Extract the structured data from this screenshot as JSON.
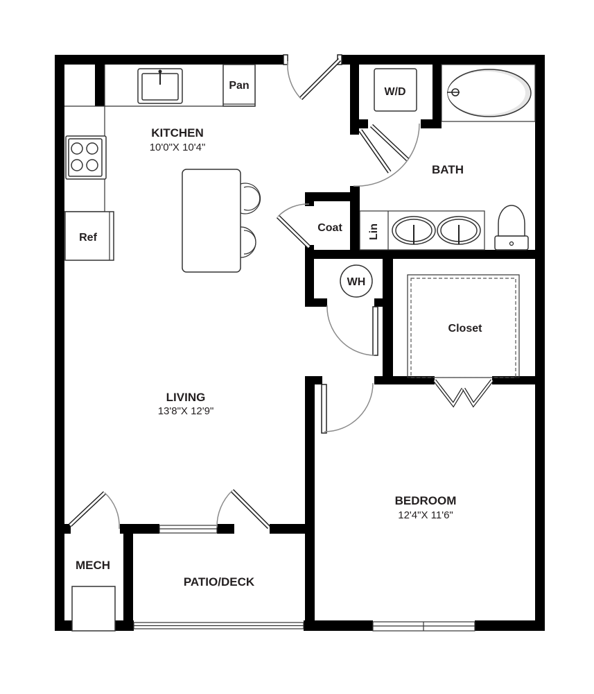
{
  "rooms": {
    "kitchen": {
      "name": "KITCHEN",
      "dims": "10'0\"X 10'4\""
    },
    "living": {
      "name": "LIVING",
      "dims": "13'8\"X 12'9\""
    },
    "bath": {
      "name": "BATH"
    },
    "bedroom": {
      "name": "BEDROOM",
      "dims": "12'4\"X 11'6\""
    },
    "closet": {
      "name": "Closet"
    },
    "mech": {
      "name": "MECH"
    },
    "patio": {
      "name": "PATIO/DECK"
    },
    "coat": {
      "name": "Coat"
    }
  },
  "fixtures": {
    "pantry": "Pan",
    "refrigerator": "Ref",
    "washer_dryer": "W/D",
    "water_heater": "WH",
    "linen": "Lin"
  }
}
